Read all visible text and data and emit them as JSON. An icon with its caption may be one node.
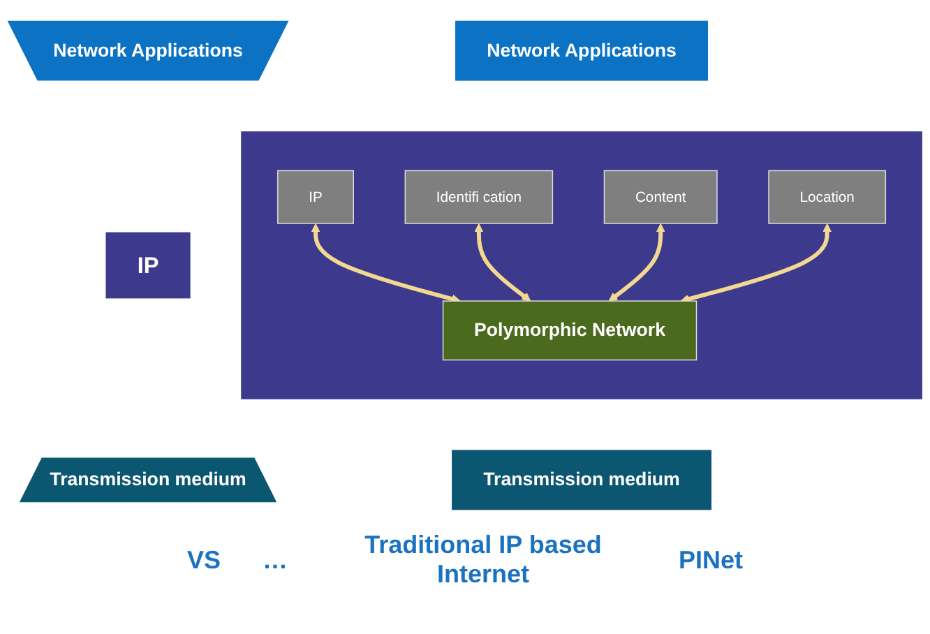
{
  "diagram": {
    "nodes": [
      {
        "text": [
          "Network Applications"
        ]
      },
      {
        "text": [
          "IP"
        ]
      },
      {
        "text": [
          "Transmission medium"
        ]
      },
      {
        "text": [
          "Network Applications"
        ]
      },
      {
        "text": [],
        "shape": "box"
      },
      {
        "text": [
          "IP"
        ],
        "in": 4
      },
      {
        "text": [
          "Identifi cation"
        ],
        "in": 4
      },
      {
        "text": [
          "Content"
        ],
        "in": 4
      },
      {
        "text": [
          "Location"
        ],
        "in": 4
      },
      {
        "text": [
          "Polymorphic Network"
        ],
        "in": 4
      },
      {
        "text": [
          "Transmission medium"
        ]
      }
    ],
    "edges": [
      {
        "from": 5,
        "to": 9,
        "arrow": "both"
      },
      {
        "from": 6,
        "to": 9,
        "arrow": "both"
      },
      {
        "from": 7,
        "to": 9,
        "arrow": "both"
      },
      {
        "from": 8,
        "to": 9,
        "arrow": "both"
      }
    ],
    "labels": [
      "VS",
      "…",
      "Traditional IP based Internet",
      "PINet"
    ]
  }
}
